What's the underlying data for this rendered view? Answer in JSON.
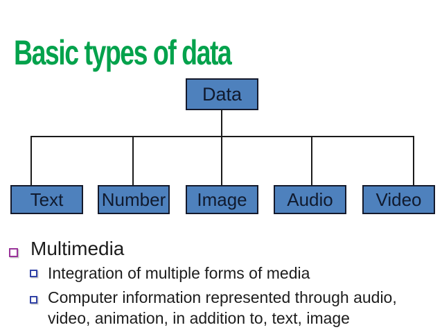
{
  "slide": {
    "title": "Basic types of data",
    "diagram": {
      "root_label": "Data",
      "children": [
        "Text",
        "Number",
        "Image",
        "Audio",
        "Video"
      ]
    },
    "bullets": {
      "level1_label": "Multimedia",
      "level2_items": [
        {
          "lines": [
            "Integration of multiple forms of media",
            ""
          ]
        },
        {
          "lines": [
            "Computer information represented through audio,",
            "video, animation, in addition to, text, image"
          ]
        }
      ]
    },
    "colors": {
      "title_green": "#04A24C",
      "box_fill": "#4E81BD",
      "box_border": "#14192B",
      "box_text": "#101A2E",
      "connector_line": "#1A1A1A",
      "bullet_level1_purple": "#993399",
      "bullet_level2_blue": "#3142A6",
      "body_text": "#1C1C1C",
      "background": "#FFFFFF"
    }
  }
}
